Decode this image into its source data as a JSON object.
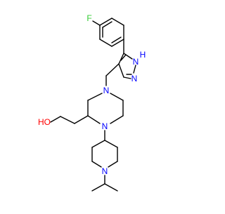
{
  "molecule": {
    "atom_labels": {
      "fluorine": "F",
      "pyrazole_nh_n": "N",
      "pyrazole_nh_h": "H",
      "pyrazole_n": "N",
      "piperazine_n_top": "N",
      "piperazine_n_bottom": "N",
      "piperidine_n": "N",
      "hydroxyl": "HO"
    },
    "colors": {
      "bond": "#000000",
      "fluorine": "#33cc33",
      "nitrogen": "#0000ff",
      "oxygen": "#ff0000"
    }
  }
}
